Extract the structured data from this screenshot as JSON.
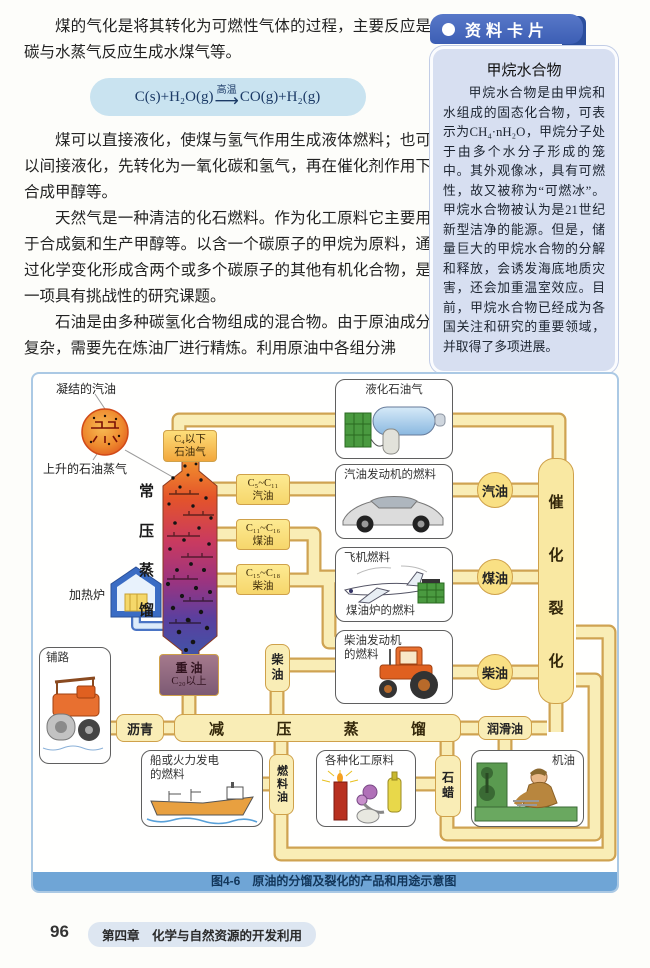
{
  "main_text": {
    "paragraphs": [
      "煤的气化是将其转化为可燃性气体的过程，主要反应是碳与水蒸气反应生成水煤气等。",
      "煤可以直接液化，使煤与氢气作用生成液体燃料；也可以间接液化，先转化为一氧化碳和氢气，再在催化剂作用下合成甲醇等。",
      "天然气是一种清洁的化石燃料。作为化工原料它主要用于合成氨和生产甲醇等。以含一个碳原子的甲烷为原料，通过化学变化形成含两个或多个碳原子的其他有机化合物，是一项具有挑战性的研究课题。",
      "石油是由多种碳氢化合物组成的混合物。由于原油成分复杂，需要先在炼油厂进行精炼。利用原油中各组分沸"
    ],
    "equation": {
      "lhs": "C(s)+H₂O(g)",
      "condition": "高温",
      "rhs": "CO(g)+H₂(g)"
    }
  },
  "card": {
    "header": "资料卡片",
    "title": "甲烷水合物",
    "body": "甲烷水合物是由甲烷和水组成的固态化合物，可表示为CH₄·nH₂O，甲烷分子处于由多个水分子形成的笼中。其外观像冰，具有可燃性，故又被称为“可燃冰”。甲烷水合物被认为是21世纪新型洁净的能源。但是，储量巨大的甲烷水合物的分解和释放，会诱发海底地质灾害，还会加重温室效应。目前，甲烷水合物已经成为各国关注和研究的重要领域，并取得了多项进展。"
  },
  "figure": {
    "caption": "图4-6　原油的分馏及裂化的产品和用途示意图",
    "condensed_gasoline": "凝结的汽油",
    "rising_vapor": "上升的石油蒸气",
    "heating_furnace": "加热炉",
    "atmospheric_distillation": [
      "常",
      "压",
      "蒸",
      "馏"
    ],
    "cat_cracking": [
      "催",
      "化",
      "裂",
      "化"
    ],
    "vacuum_distillation": [
      "减",
      "压",
      "蒸",
      "馏"
    ],
    "c4_box": {
      "line1": "C₄以下",
      "line2": "石油气"
    },
    "fractions": [
      {
        "range": "C₅~C₁₁",
        "name": "汽油"
      },
      {
        "range": "C₁₁~C₁₆",
        "name": "煤油"
      },
      {
        "range": "C₁₅~C₁₈",
        "name": "柴油"
      }
    ],
    "heavy_oil": {
      "line1": "重 油",
      "line2": "C₂₀以上"
    },
    "circles": {
      "gasoline": "汽油",
      "kerosene": "煤油",
      "diesel": "柴油"
    },
    "nodes": {
      "asphalt": "沥青",
      "diesel_side": "柴油",
      "lube_oil": "润滑油",
      "fuel_oil": "燃料油",
      "wax": "石蜡"
    },
    "products": {
      "lpg": "液化石油气",
      "car": "汽油发动机的燃料",
      "plane": "飞机燃料",
      "stove": "煤油炉的燃料",
      "tractor": "柴油发动机的燃料",
      "paving": "铺路",
      "ship": "船或火力发电的燃料",
      "chem": "各种化工原料",
      "machine_oil": "机油"
    }
  },
  "footer": {
    "page_number": "96",
    "chapter": "第四章　化学与自然资源的开发利用"
  },
  "colors": {
    "pipe_fill": "#f9edb6",
    "pipe_border": "#cfa352",
    "header_blue": "#3c5eb4",
    "card_bg": "#d7dff1",
    "caption_bar": "#6fa5d6",
    "equation_bg": "#c9e3f0"
  }
}
